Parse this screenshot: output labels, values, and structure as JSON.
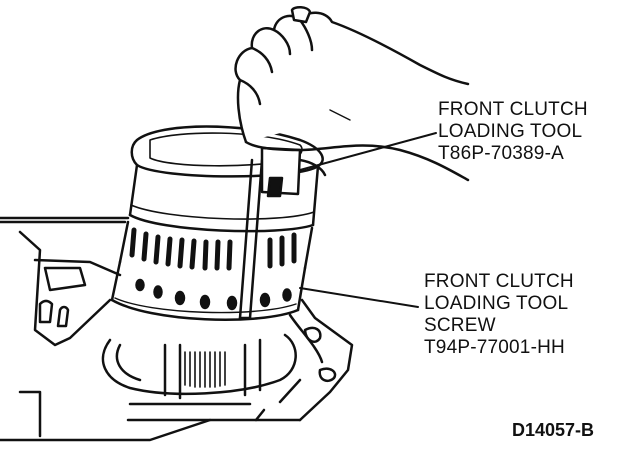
{
  "callouts": [
    {
      "lines": [
        "FRONT CLUTCH",
        "LOADING TOOL",
        "T86P-70389-A"
      ]
    },
    {
      "lines": [
        "FRONT CLUTCH",
        "LOADING TOOL",
        "SCREW",
        "T94P-77001-HH"
      ]
    }
  ],
  "figure_id": "D14057-B",
  "colors": {
    "ink": "#111111",
    "paper": "#ffffff"
  }
}
